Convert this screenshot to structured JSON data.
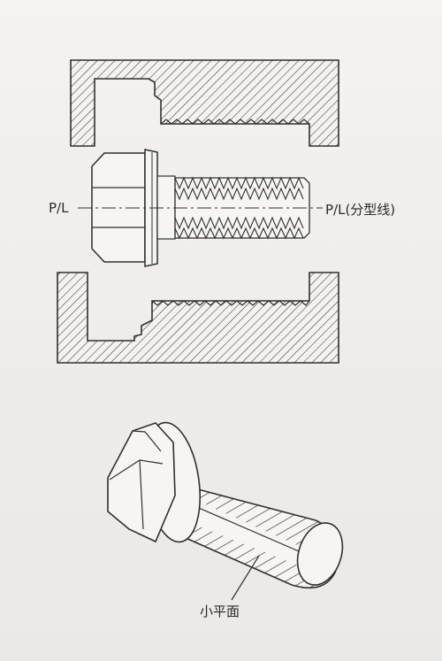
{
  "labels": {
    "pl_left": "P/L",
    "pl_right": "P/L(分型线)",
    "small_flat": "小平面"
  },
  "colors": {
    "background": "#f1efec",
    "ink": "#2f2f2f"
  },
  "icons": {
    "mold_top": "mold-cavity-top",
    "mold_bottom": "mold-cavity-bottom",
    "bolt_section": "flange-bolt-cross-section",
    "bolt_3d": "flange-bolt-perspective"
  }
}
